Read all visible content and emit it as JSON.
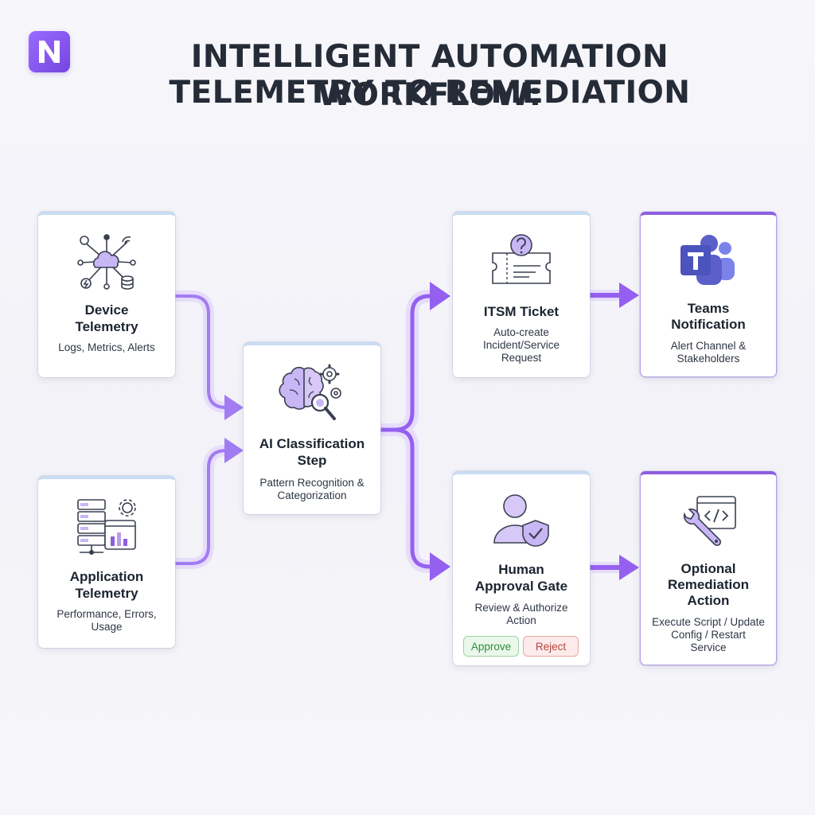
{
  "header": {
    "logo_letter": "N",
    "title_line1": "INTELLIGENT AUTOMATION WORKFLOW:",
    "title_line2": "TELEMETRY TO REMEDIATION"
  },
  "nodes": {
    "device_telemetry": {
      "title_1": "Device",
      "title_2": "Telemetry",
      "sub_1": "Logs, Metrics, Alerts",
      "icon": "iot-cloud-network-icon"
    },
    "application_telemetry": {
      "title_1": "Application",
      "title_2": "Telemetry",
      "sub_1": "Performance, Errors,",
      "sub_2": "Usage",
      "icon": "server-dashboard-icon"
    },
    "ai_classification": {
      "title_1": "AI Classification",
      "title_2": "Step",
      "sub_1": "Pattern Recognition &",
      "sub_2": "Categorization",
      "icon": "brain-gears-icon"
    },
    "itsm_ticket": {
      "title_1": "ITSM Ticket",
      "sub_1": "Auto-create",
      "sub_2": "Incident/Service",
      "sub_3": "Request",
      "icon": "ticket-question-icon"
    },
    "teams_notification": {
      "title_1": "Teams",
      "title_2": "Notification",
      "sub_1": "Alert Channel &",
      "sub_2": "Stakeholders",
      "icon": "teams-logo-icon"
    },
    "human_approval": {
      "title_1": "Human",
      "title_2": "Approval Gate",
      "sub_1": "Review & Authorize",
      "sub_2": "Action",
      "approve_label": "Approve",
      "reject_label": "Reject",
      "icon": "user-shield-icon"
    },
    "optional_remediation": {
      "title_1": "Optional",
      "title_2": "Remediation",
      "title_3": "Action",
      "sub_1": "Execute Script / Update",
      "sub_2": "Config / Restart",
      "sub_3": "Service",
      "icon": "wrench-code-icon"
    }
  },
  "colors": {
    "accent": "#8e5ee0",
    "arrow": "#9a6cf0",
    "card_top_blue": "#c9dcf2",
    "approve_green": "#2f8f3d",
    "reject_red": "#b8443e"
  }
}
